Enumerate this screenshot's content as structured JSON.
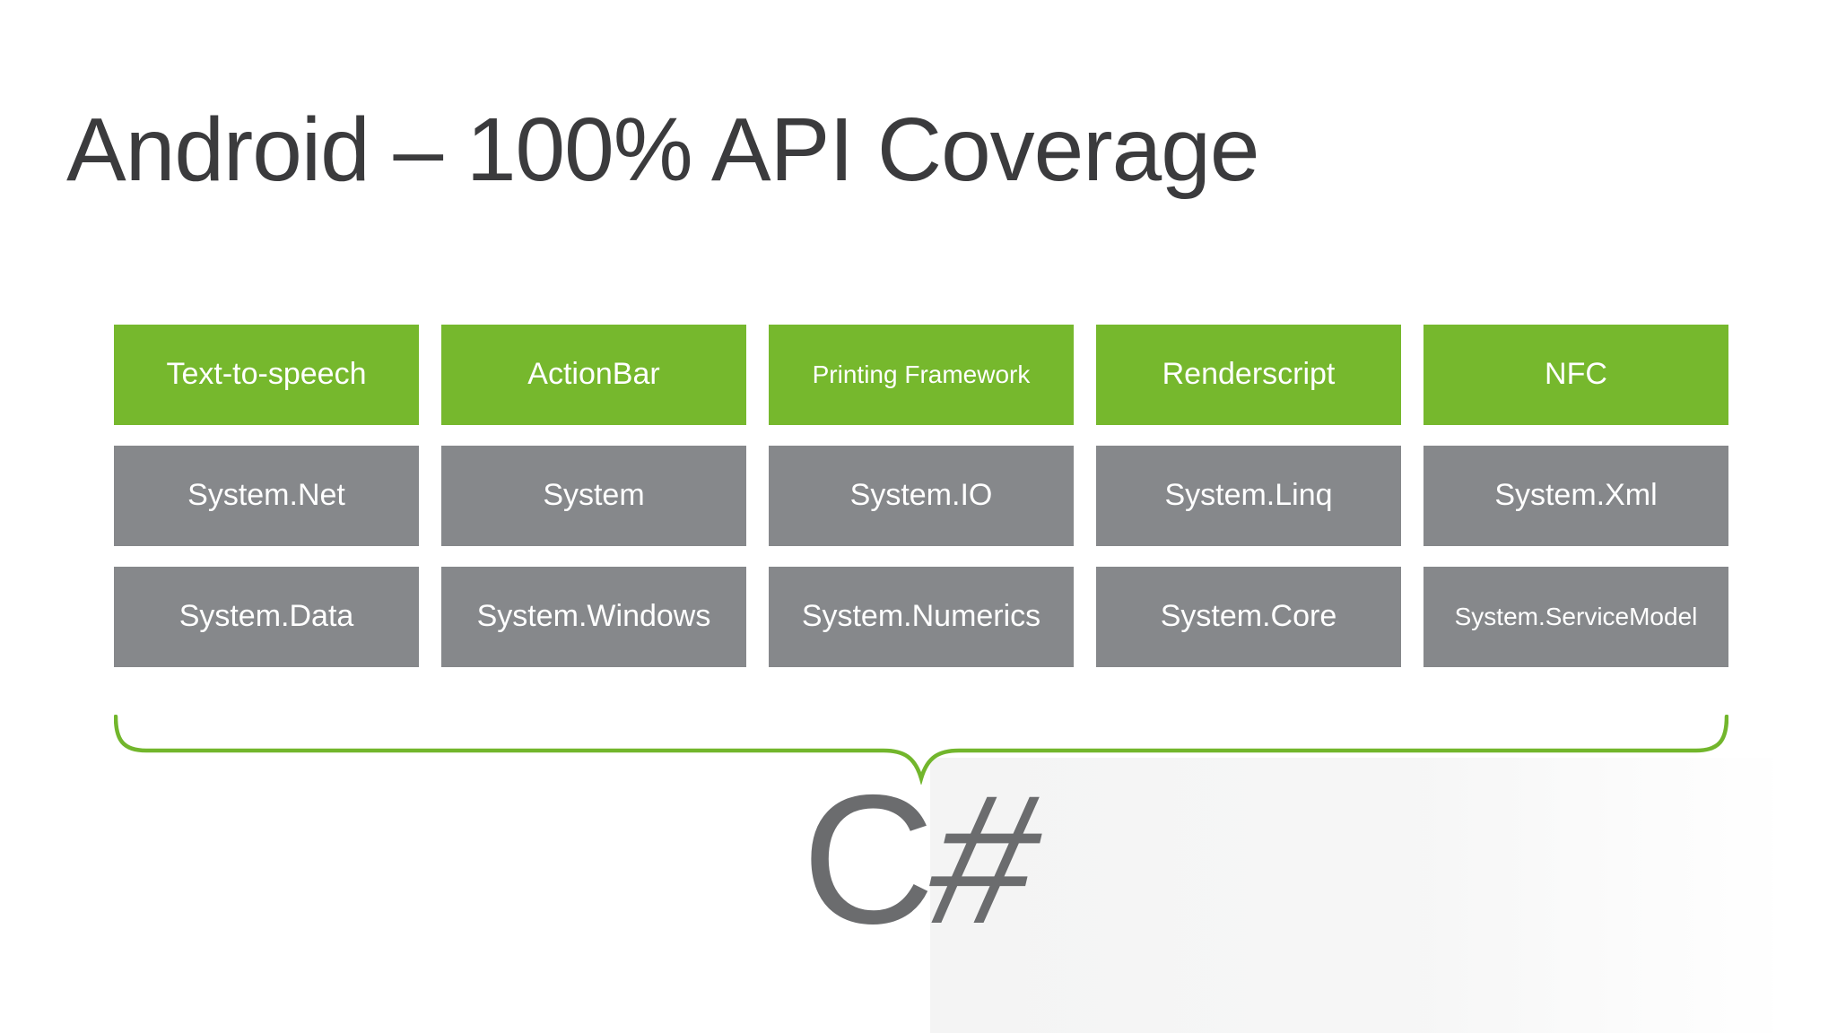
{
  "colors": {
    "android_green": "#76b82d",
    "namespace_gray": "#86888b",
    "brace_green": "#72b62c",
    "title_gray": "#3b3b3d",
    "caption_gray": "#6b6c6e"
  },
  "slide": {
    "title": "Android – 100% API Coverage"
  },
  "grid": {
    "rows": [
      {
        "type": "android-api",
        "cells": [
          "Text-to-speech",
          "ActionBar",
          "Printing Framework",
          "Renderscript",
          "NFC"
        ]
      },
      {
        "type": "dotnet-namespace",
        "cells": [
          "System.Net",
          "System",
          "System.IO",
          "System.Linq",
          "System.Xml"
        ]
      },
      {
        "type": "dotnet-namespace",
        "cells": [
          "System.Data",
          "System.Windows",
          "System.Numerics",
          "System.Core",
          "System.ServiceModel"
        ]
      }
    ]
  },
  "caption": {
    "c": "C",
    "sharp": "#",
    "full": "C#"
  }
}
